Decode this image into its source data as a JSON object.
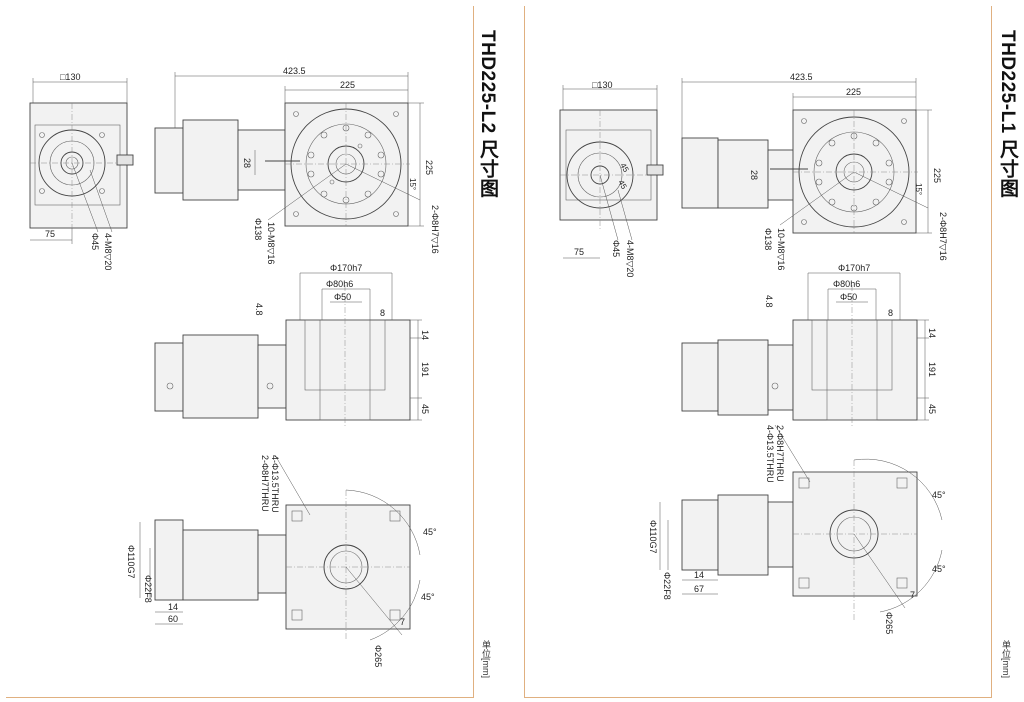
{
  "left": {
    "title": "THD225-L2 尺寸图",
    "unit": "单位[mm]",
    "front": {
      "square": "□130",
      "d75": "75",
      "phi45": "Φ45",
      "screw": "4-M8▽20"
    },
    "top": {
      "total": "423.5",
      "flange": "225",
      "side": "225",
      "d28": "28",
      "phi138": "Φ138",
      "bolts": "10-M8▽16",
      "pins": "2-Φ8H7▽16",
      "angle": "15°"
    },
    "side": {
      "phi170": "Φ170h7",
      "phi80": "Φ80h6",
      "phi50": "Φ50",
      "d8": "8",
      "d48": "4.8",
      "d14": "14",
      "d191": "191",
      "d45": "45"
    },
    "bottom": {
      "pins": "2-Φ8H7THRU",
      "holes": "4-Φ13.5THRU",
      "phi110": "Φ110G7",
      "phi22": "Φ22F8",
      "d14": "14",
      "d60": "60",
      "a1": "45°",
      "a2": "45°",
      "phi265": "Φ265",
      "d7": "7"
    }
  },
  "right": {
    "title": "THD225-L1 尺寸图",
    "unit": "单位[mm]",
    "front": {
      "square": "□130",
      "d75": "75",
      "phi45": "Φ45",
      "screw": "4-M8▽20",
      "a1": "45",
      "a2": "45"
    },
    "top": {
      "total": "423.5",
      "flange": "225",
      "side": "225",
      "d28": "28",
      "phi138": "Φ138",
      "bolts": "10-M8▽16",
      "pins": "2-Φ8H7▽16",
      "angle": "15°"
    },
    "side": {
      "phi170": "Φ170h7",
      "phi80": "Φ80h6",
      "phi50": "Φ50",
      "d8": "8",
      "d48": "4.8",
      "d14": "14",
      "d191": "191",
      "d45": "45"
    },
    "bottom": {
      "pins": "2-Φ8H7THRU",
      "holes": "4-Φ13.5THRU",
      "phi110": "Φ110G7",
      "phi22": "Φ22F8",
      "d14": "14",
      "d67": "67",
      "a1": "45°",
      "a2": "45°",
      "phi265": "Φ265",
      "d7": "7"
    }
  }
}
